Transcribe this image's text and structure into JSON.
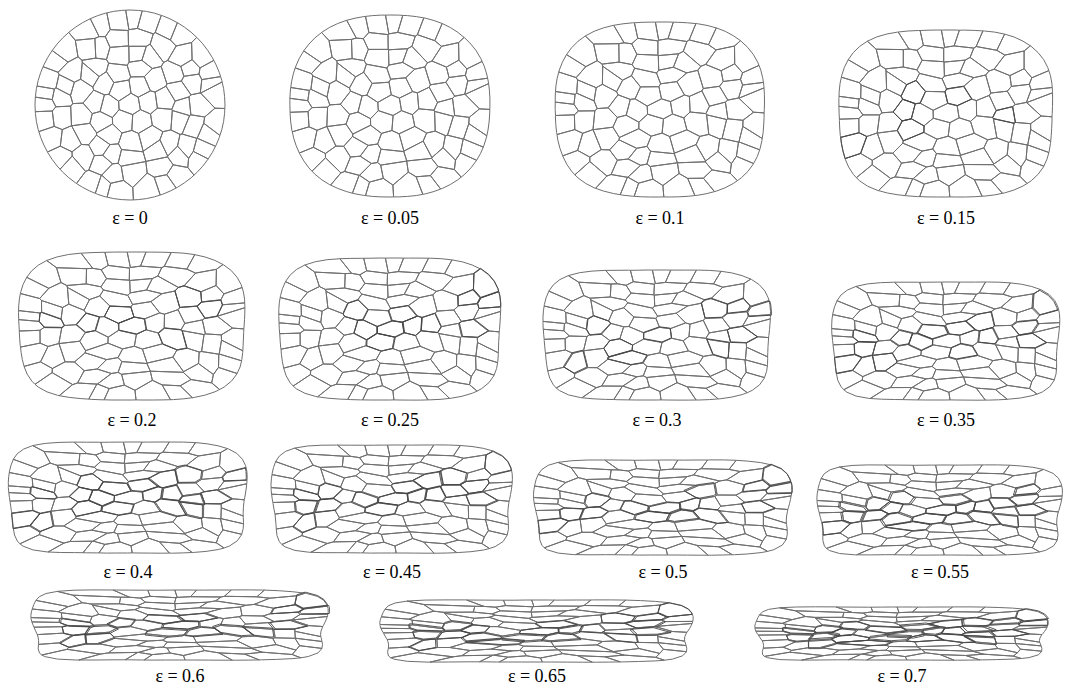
{
  "diagram": {
    "labels": [
      "ε = 0",
      "ε = 0.05",
      "ε = 0.1",
      "ε = 0.15",
      "ε = 0.2",
      "ε = 0.25",
      "ε = 0.3",
      "ε = 0.35",
      "ε = 0.4",
      "ε = 0.45",
      "ε = 0.5",
      "ε = 0.55",
      "ε = 0.6",
      "ε = 0.65",
      "ε = 0.7"
    ]
  }
}
